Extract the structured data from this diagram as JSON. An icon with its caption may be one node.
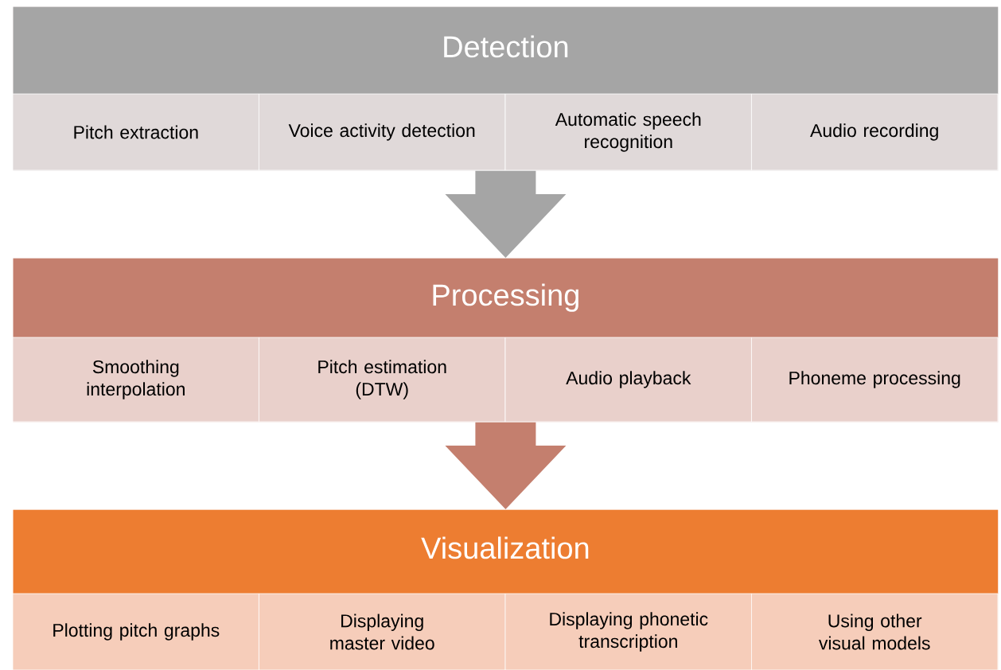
{
  "diagram": {
    "nodes": [
      {
        "text": [
          "Detection"
        ]
      },
      {
        "text": [
          "Pitch extraction"
        ],
        "in": 0
      },
      {
        "text": [
          "Voice activity detection"
        ],
        "in": 0
      },
      {
        "text": [
          "Automatic speech recognition"
        ],
        "in": 0
      },
      {
        "text": [
          "Audio recording"
        ],
        "in": 0
      },
      {
        "text": [
          "Processing"
        ]
      },
      {
        "text": [
          "Smoothing interpolation"
        ],
        "in": 5
      },
      {
        "text": [
          "Pitch estimation (DTW)"
        ],
        "in": 5
      },
      {
        "text": [
          "Audio playback"
        ],
        "in": 5
      },
      {
        "text": [
          "Phoneme processing"
        ],
        "in": 5
      },
      {
        "text": [
          "Visualization"
        ]
      },
      {
        "text": [
          "Plotting pitch graphs"
        ],
        "in": 10
      },
      {
        "text": [
          "Displaying master video"
        ],
        "in": 10
      },
      {
        "text": [
          "Displaying phonetic transcription"
        ],
        "in": 10
      },
      {
        "text": [
          "Using other visual models"
        ],
        "in": 10
      }
    ],
    "edges": [
      {
        "from": 0,
        "to": 5,
        "arrow": "to",
        "color": "#a5a5a5"
      },
      {
        "from": 5,
        "to": 10,
        "arrow": "to",
        "color": "#c47f6e"
      }
    ]
  }
}
